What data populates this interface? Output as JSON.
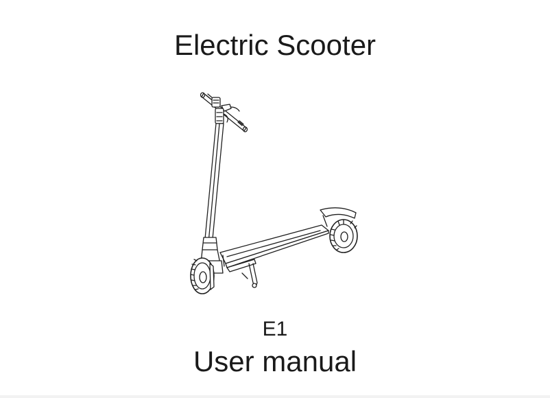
{
  "document": {
    "title": "Electric Scooter",
    "model": "E1",
    "subtitle": "User manual"
  },
  "illustration": {
    "icon": "electric-scooter-line-drawing",
    "stroke_color": "#1f1f1f",
    "fill_color": "#ffffff"
  }
}
